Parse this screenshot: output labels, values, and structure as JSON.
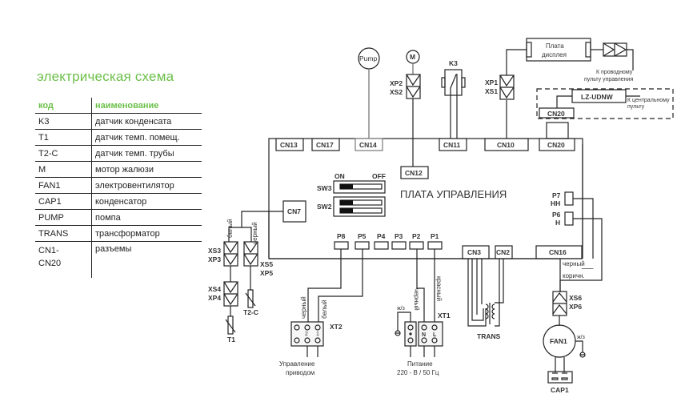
{
  "title": "электрическая схема",
  "legend": {
    "header": {
      "code": "код",
      "name": "наименование"
    },
    "rows": [
      {
        "code": "K3",
        "name": "датчик конденсата"
      },
      {
        "code": "T1",
        "name": "датчик темп. помещ."
      },
      {
        "code": "T2-C",
        "name": "датчик темп. трубы"
      },
      {
        "code": "M",
        "name": "мотор жалюзи"
      },
      {
        "code": "FAN1",
        "name": "электровентилятор"
      },
      {
        "code": "CAP1",
        "name": "конденсатор"
      },
      {
        "code": "PUMP",
        "name": "помпа"
      },
      {
        "code": "TRANS",
        "name": "трансформатор"
      },
      {
        "code": "CN1-CN20",
        "name": "разъемы"
      }
    ]
  },
  "board": {
    "title": "ПЛАТА УПРАВЛЕНИЯ",
    "connectors": {
      "cn13": "CN13",
      "cn17": "CN17",
      "cn14": "CN14",
      "cn11": "CN11",
      "cn10": "CN10",
      "cn20": "CN20",
      "cn12": "CN12",
      "cn7": "CN7",
      "cn3": "CN3",
      "cn2": "CN2",
      "cn16": "CN16"
    },
    "pins": {
      "p8": "P8",
      "p5": "P5",
      "p4": "P4",
      "p3": "P3",
      "p2": "P2",
      "p1": "P1",
      "p7": "P7",
      "p7sub": "HH",
      "p6": "P6",
      "p6sub": "H"
    },
    "switches": {
      "on": "ON",
      "off": "OFF",
      "sw3": "SW3",
      "sw2": "SW2"
    }
  },
  "components": {
    "pump": "Pump",
    "motor": "M",
    "k3": "K3",
    "xp2": "XP2",
    "xs2": "XS2",
    "xp1": "XP1",
    "xs1": "XS1",
    "display_board": [
      "Плата",
      "дисплея"
    ],
    "wired_remote": [
      "К проводному",
      "пульту управления"
    ],
    "lz": "LZ-UDNW",
    "lz_cn20": "CN20",
    "central_remote": [
      "К центральному",
      "пульту"
    ],
    "xs3": "XS3",
    "xp3": "XP3",
    "xs4": "XS4",
    "xp4": "XP4",
    "xs5": "XS5",
    "xp5": "XP5",
    "t1": "T1",
    "t2c": "T2-C",
    "wire_white": "белый",
    "wire_black": "черный",
    "wire_red": "красный",
    "wire_brown": "коричн.",
    "xt2": "XT2",
    "xt2_pins": [
      "2",
      "1"
    ],
    "drive_control": [
      "Управление",
      "приводом"
    ],
    "xt1": "XT1",
    "xt1_pins": [
      "N",
      "L"
    ],
    "ground_label": "ж/з",
    "power": [
      "Питание",
      "220 - В / 50 Гц"
    ],
    "trans": "TRANS",
    "xs6": "XS6",
    "xp6": "XP6",
    "fan1": "FAN1",
    "cap1": "CAP1"
  }
}
